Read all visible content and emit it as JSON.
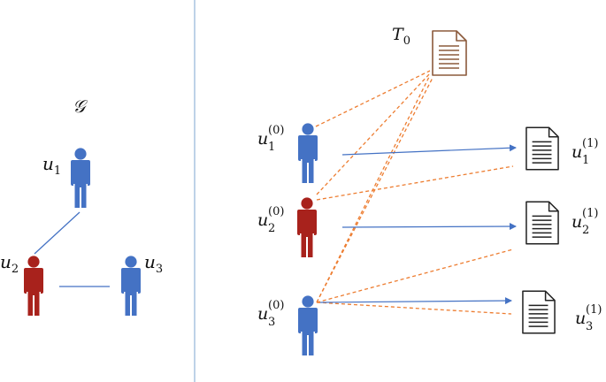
{
  "left_panel": {
    "graph_label": "𝒢",
    "nodes": [
      {
        "id": "u1",
        "base": "u",
        "sub": "1",
        "color": "#4472C4"
      },
      {
        "id": "u2",
        "base": "u",
        "sub": "2",
        "color": "#A8221C"
      },
      {
        "id": "u3",
        "base": "u",
        "sub": "3",
        "color": "#4472C4"
      }
    ],
    "edges": [
      [
        "u1",
        "u2"
      ],
      [
        "u2",
        "u3"
      ]
    ]
  },
  "right_panel": {
    "source_doc": {
      "base": "T",
      "sub": "0",
      "color": "#8B5A3C"
    },
    "users": [
      {
        "id": "u1_0",
        "base": "u",
        "sub": "1",
        "sup": "(0)",
        "color": "#4472C4"
      },
      {
        "id": "u2_0",
        "base": "u",
        "sub": "2",
        "sup": "(0)",
        "color": "#A8221C"
      },
      {
        "id": "u3_0",
        "base": "u",
        "sub": "3",
        "sup": "(0)",
        "color": "#4472C4"
      }
    ],
    "outputs": [
      {
        "id": "u1_1",
        "base": "u",
        "sub": "1",
        "sup": "(1)"
      },
      {
        "id": "u2_1",
        "base": "u",
        "sub": "2",
        "sup": "(1)"
      },
      {
        "id": "u3_1",
        "base": "u",
        "sub": "3",
        "sup": "(1)"
      }
    ]
  },
  "colors": {
    "blue": "#4472C4",
    "red": "#A8221C",
    "arrow": "#4472C4",
    "dashed": "#ED7D31",
    "divider": "#A9C4E0",
    "doc_outline": "#222222",
    "doc_brown": "#8B5A3C"
  }
}
